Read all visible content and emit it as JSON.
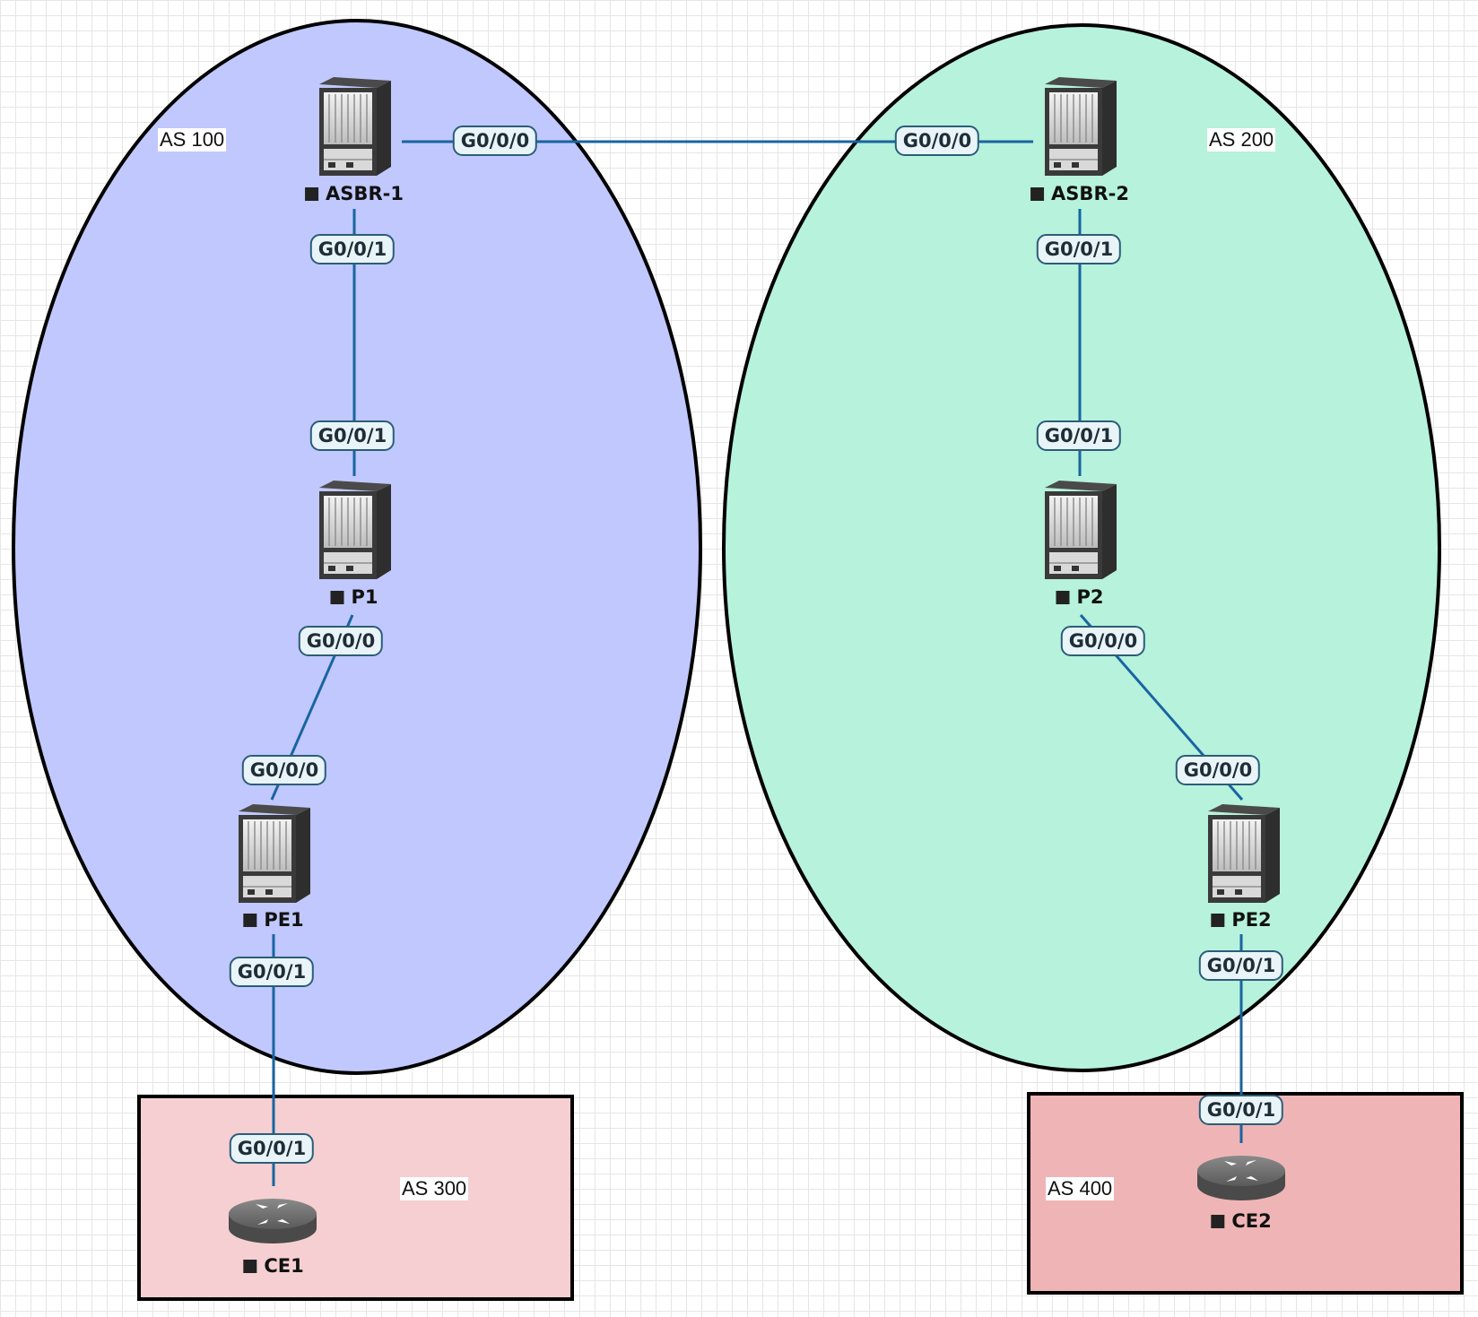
{
  "areas": {
    "as100": "AS 100",
    "as200": "AS 200",
    "as300": "AS 300",
    "as400": "AS 400"
  },
  "colors": {
    "as100_fill": "#c0c8fd",
    "as200_fill": "#b6f2dc",
    "as300_fill": "#f5cfd1",
    "as400_fill": "#efb5b6",
    "link": "#1a64a0",
    "outline": "#000000"
  },
  "nodes": {
    "asbr1": {
      "name": "ASBR-1",
      "icon": "chassis-router-icon"
    },
    "asbr2": {
      "name": "ASBR-2",
      "icon": "chassis-router-icon"
    },
    "p1": {
      "name": "P1",
      "icon": "chassis-router-icon"
    },
    "p2": {
      "name": "P2",
      "icon": "chassis-router-icon"
    },
    "pe1": {
      "name": "PE1",
      "icon": "chassis-router-icon"
    },
    "pe2": {
      "name": "PE2",
      "icon": "chassis-router-icon"
    },
    "ce1": {
      "name": "CE1",
      "icon": "router-icon"
    },
    "ce2": {
      "name": "CE2",
      "icon": "router-icon"
    }
  },
  "ports": {
    "asbr1_g000": "G0/0/0",
    "asbr2_g000": "G0/0/0",
    "asbr1_g001": "G0/0/1",
    "p1_g001": "G0/0/1",
    "asbr2_g001": "G0/0/1",
    "p2_g001": "G0/0/1",
    "p1_g000": "G0/0/0",
    "pe1_g000": "G0/0/0",
    "p2_g000": "G0/0/0",
    "pe2_g000": "G0/0/0",
    "pe1_g001": "G0/0/1",
    "ce1_g001": "G0/0/1",
    "pe2_g001": "G0/0/1",
    "ce2_g001": "G0/0/1"
  }
}
